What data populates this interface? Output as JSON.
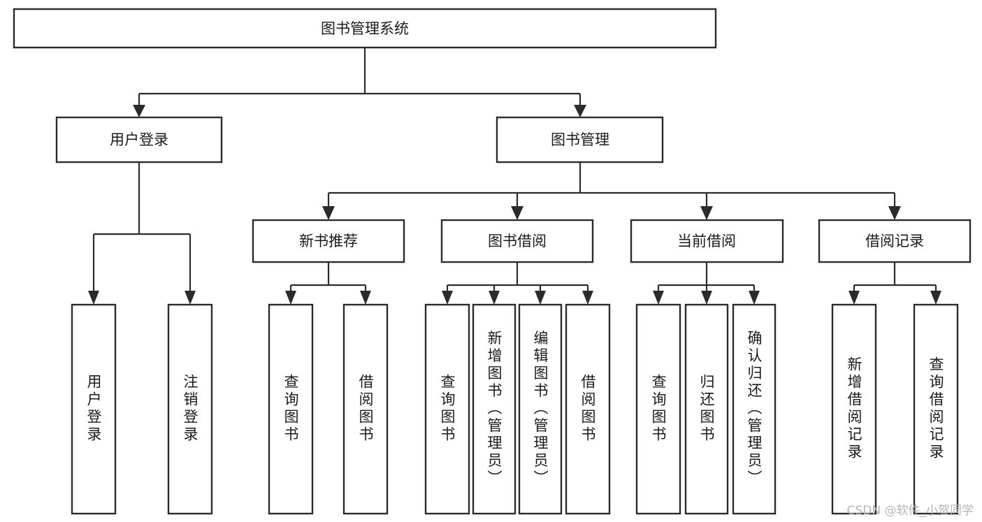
{
  "diagram": {
    "type": "tree-hierarchy",
    "title": "图书管理系统",
    "watermark": "CSDN @软件_小贺同学",
    "colors": {
      "box_stroke": "#2b2b2b",
      "box_fill": "#ffffff",
      "connector": "#2b2b2b",
      "text": "#1a1a1a",
      "background": "#ffffff",
      "watermark": "#b4b4b4"
    },
    "levels": {
      "root": {
        "label": "图书管理系统"
      },
      "level2": [
        {
          "label": "用户登录"
        },
        {
          "label": "图书管理"
        }
      ],
      "level3": [
        {
          "label": "新书推荐"
        },
        {
          "label": "图书借阅"
        },
        {
          "label": "当前借阅"
        },
        {
          "label": "借阅记录"
        }
      ],
      "leaves": {
        "用户登录": [
          {
            "label": "用户登录"
          },
          {
            "label": "注销登录"
          }
        ],
        "新书推荐": [
          {
            "label": "查询图书"
          },
          {
            "label": "借阅图书"
          }
        ],
        "图书借阅": [
          {
            "label": "查询图书"
          },
          {
            "label": "新增图书（管理员）"
          },
          {
            "label": "编辑图书（管理员）"
          },
          {
            "label": "借阅图书"
          }
        ],
        "当前借阅": [
          {
            "label": "查询图书"
          },
          {
            "label": "归还图书"
          },
          {
            "label": "确认归还（管理员）"
          }
        ],
        "借阅记录": [
          {
            "label": "新增借阅记录"
          },
          {
            "label": "查询借阅记录"
          }
        ]
      }
    }
  }
}
